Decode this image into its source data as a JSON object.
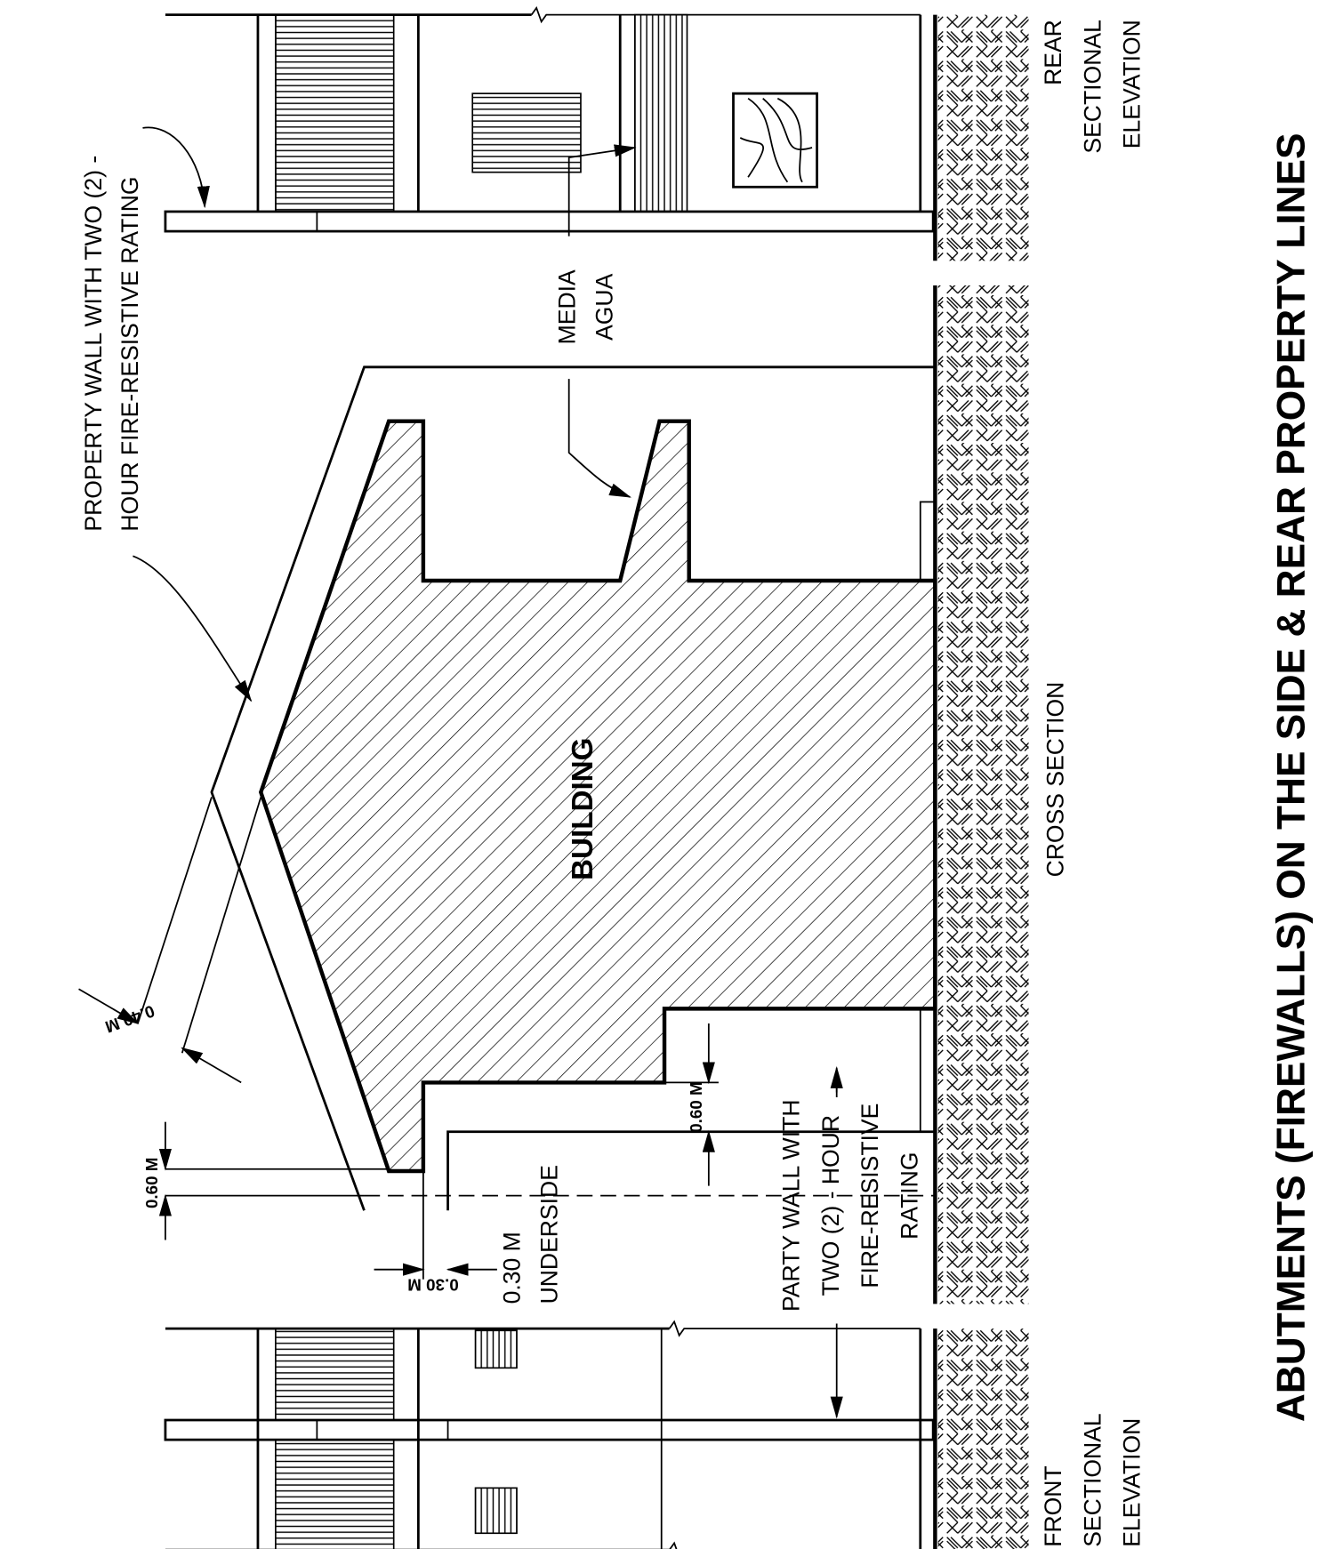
{
  "title": "ABUTMENTS (FIREWALLS) ON THE SIDE & REAR PROPERTY LINES",
  "labels": {
    "property_wall": [
      "PROPERTY WALL WITH TWO (2) -",
      "HOUR FIRE-RESISTIVE RATING"
    ],
    "media_agua": [
      "MEDIA",
      "AGUA"
    ],
    "rear_elevation": [
      "REAR",
      "SECTIONAL",
      "ELEVATION"
    ],
    "front_elevation": [
      "FRONT",
      "SECTIONAL",
      "ELEVATION"
    ],
    "building": "BUILDING",
    "cross_section": "CROSS SECTION",
    "underside": [
      "0.30 M",
      "UNDERSIDE"
    ],
    "party_wall": [
      "PARTY WALL WITH",
      "TWO (2) - HOUR",
      "FIRE-RESISTIVE",
      "RATING"
    ]
  },
  "dimensions": {
    "parapet_thickness": "0.40 M",
    "parapet_height": "0.60 M",
    "party_wall_offset": "0.60 M",
    "underside_offset": "0.30 M"
  }
}
